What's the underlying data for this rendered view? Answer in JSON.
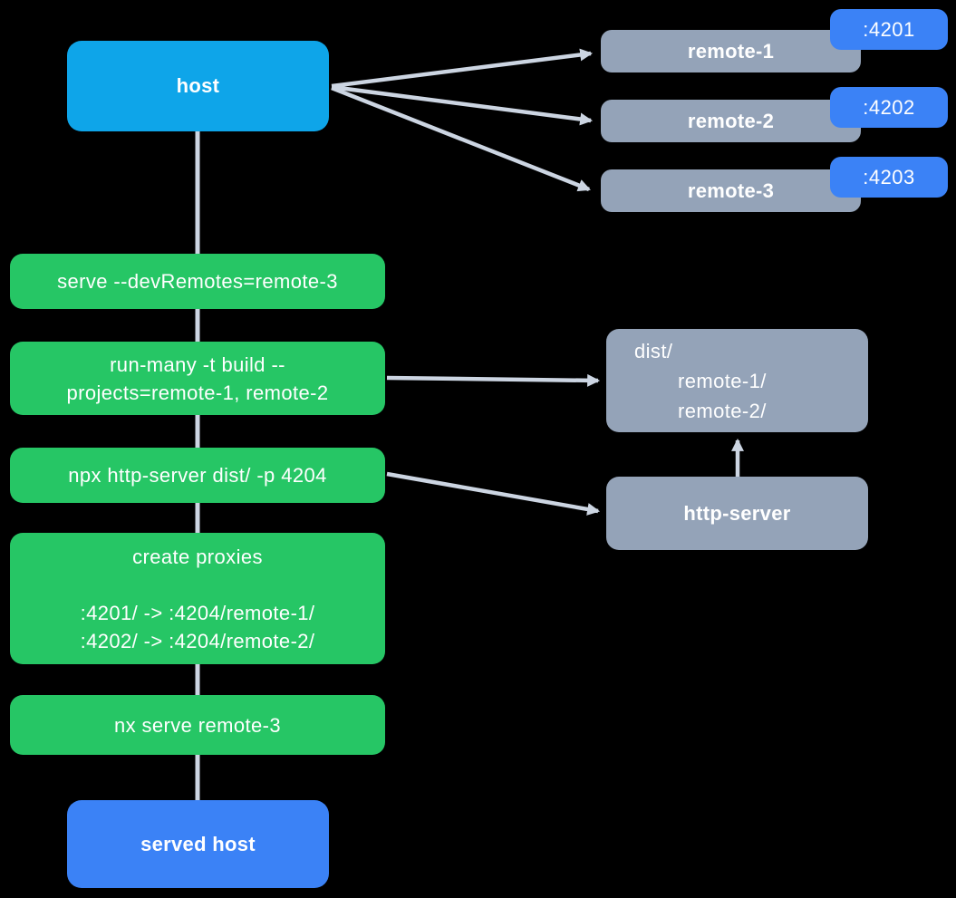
{
  "colors": {
    "background": "#000000",
    "host_fill": "#0ea5e9",
    "served_host_fill": "#3b82f6",
    "port_badge_fill": "#3b82f6",
    "remote_fill": "#94a3b8",
    "step_fill": "#26c665",
    "edge_stroke": "#ccd5e2",
    "text": "#ffffff"
  },
  "diagram": {
    "host": {
      "label": "host"
    },
    "remotes": [
      {
        "label": "remote-1",
        "port": ":4201"
      },
      {
        "label": "remote-2",
        "port": ":4202"
      },
      {
        "label": "remote-3",
        "port": ":4203"
      }
    ],
    "steps": [
      {
        "lines": [
          "serve --devRemotes=remote-3"
        ]
      },
      {
        "lines": [
          "run-many -t build --",
          "projects=remote-1, remote-2"
        ]
      },
      {
        "lines": [
          "npx http-server dist/ -p 4204"
        ]
      },
      {
        "lines": [
          "create proxies",
          "",
          ":4201/ -> :4204/remote-1/",
          ":4202/ -> :4204/remote-2/"
        ]
      },
      {
        "lines": [
          "nx serve remote-3"
        ]
      }
    ],
    "dist": {
      "lines": [
        "dist/",
        "remote-1/",
        "remote-2/"
      ]
    },
    "http_server": {
      "label": "http-server"
    },
    "served_host": {
      "label": "served host"
    },
    "edges": [
      {
        "from": "host",
        "to": "remote-1"
      },
      {
        "from": "host",
        "to": "remote-2"
      },
      {
        "from": "host",
        "to": "remote-3"
      },
      {
        "from": "host",
        "to": "served-host"
      },
      {
        "from": "step-run-many-build",
        "to": "dist-folder"
      },
      {
        "from": "step-npx-http-server",
        "to": "http-server"
      },
      {
        "from": "http-server",
        "to": "dist-folder"
      }
    ]
  }
}
